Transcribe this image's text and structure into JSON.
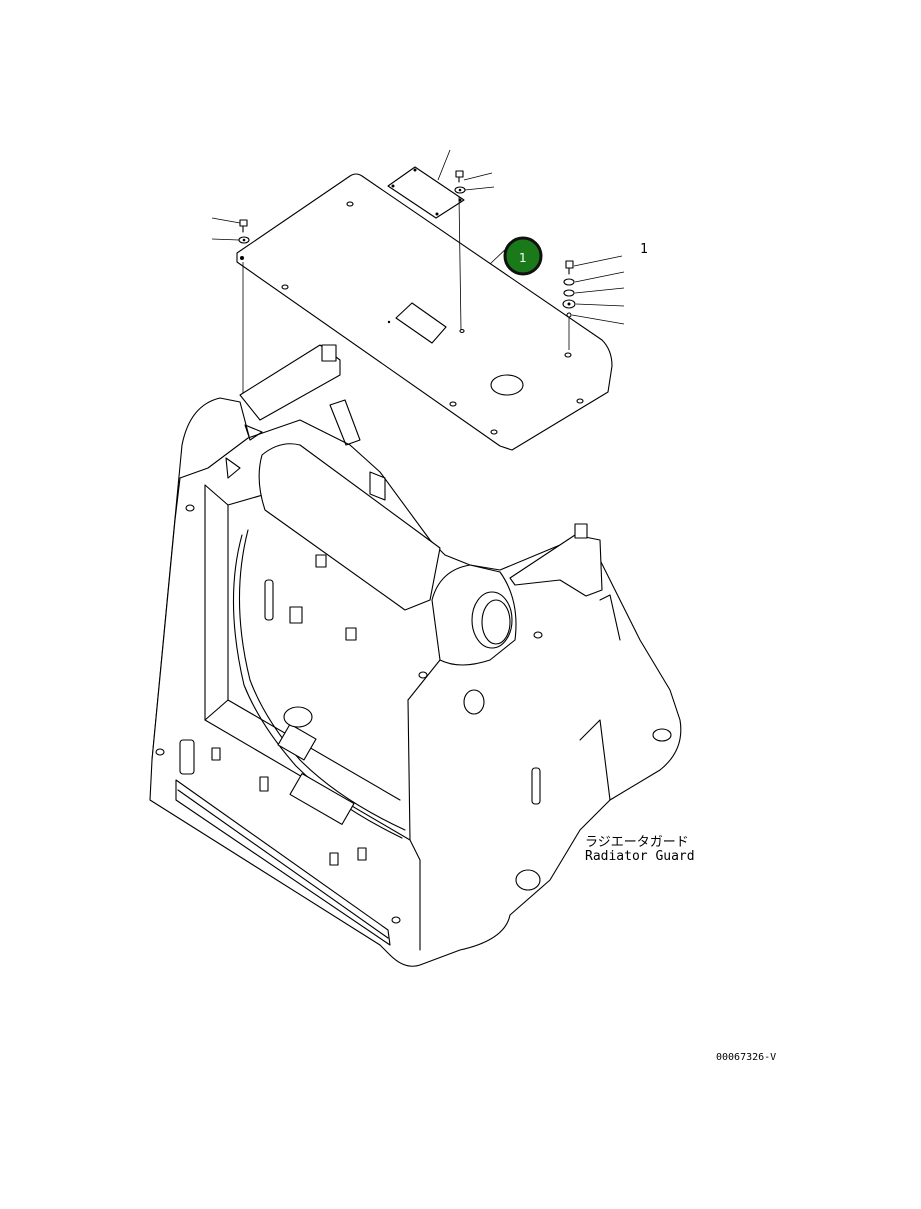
{
  "diagram": {
    "part_number_callout": "1",
    "badge": {
      "label": "1",
      "fill": "#1a7a1a"
    },
    "label_japanese": "ラジエータガード",
    "label_english": "Radiator Guard",
    "drawing_code": "00067326-V"
  }
}
